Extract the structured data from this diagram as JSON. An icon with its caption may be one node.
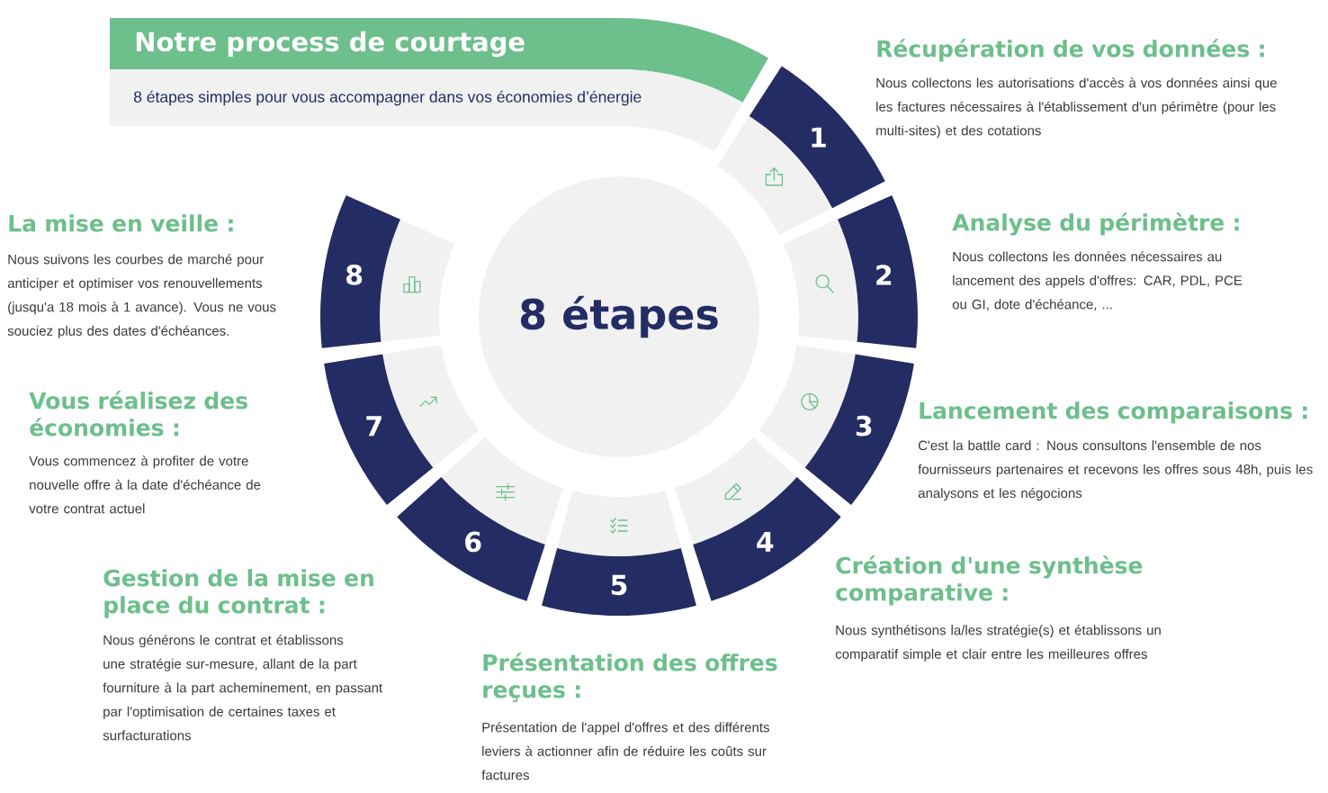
{
  "diagram": {
    "title": "Notre process de courtage",
    "nodes": [
      {
        "text": [
          "8 étapes"
        ]
      },
      {
        "text": [
          "1"
        ],
        "beside": [
          "Récupération de vos données :",
          "Nous collectons les autorisations d'accès à vos données ainsi que les factures nécessaires à l'établissement d'un périmètre (pour les multi-sites) et  des cotations"
        ]
      },
      {
        "text": [
          "2"
        ],
        "beside": [
          "Analyse du périmètre :",
          "Nous collectons les données nécessaires au lancement des appels d'offres: CAR, PDL, PCE ou GI, dote d'échéance,  ..."
        ]
      },
      {
        "text": [
          "3"
        ],
        "beside": [
          "Lancement des comparaisons :",
          "C'est la battle card : Nous consultons l'ensemble de nos fournisseurs  partenaires et recevons les offres sous 48h, puis les analysons et les négocions"
        ]
      },
      {
        "text": [
          "4"
        ],
        "beside": [
          "Création d'une synthèse comparative :",
          "Nous synthétisons la/les stratégie(s) et établissons un  comparatif simple et clair entre les meilleures offres"
        ]
      },
      {
        "text": [
          "5"
        ],
        "beside": [
          "Présentation des offres reçues :",
          "Présentation de l'appel d'offres et des différents leviers à actionner afin de réduire les coûts sur factures"
        ]
      },
      {
        "text": [
          "6"
        ],
        "beside": [
          "Gestion de la mise en place du contrat :",
          "Nous générons le contrat et établissons une stratégie sur-mesure, allant de la part fourniture à la part acheminement, en passant par l'optimisation de certaines taxes et surfacturations"
        ]
      },
      {
        "text": [
          "7"
        ],
        "beside": [
          "Vous réalisez des économies :",
          "Vous commencez à profiter de votre nouvelle offre à la date d'échéance de votre contrat actuel"
        ]
      },
      {
        "text": [
          "8"
        ],
        "beside": [
          "La mise en veille :",
          "Nous suivons les courbes de marché pour anticiper et optimiser vos renouvellements (jusqu'a 18 mois à 1 avance). Vous ne vous souciez plus des dates d'échéances."
        ]
      }
    ],
    "labels": [
      "8 étapes simples pour vous accompagner dans vos économies d’énergie"
    ]
  }
}
